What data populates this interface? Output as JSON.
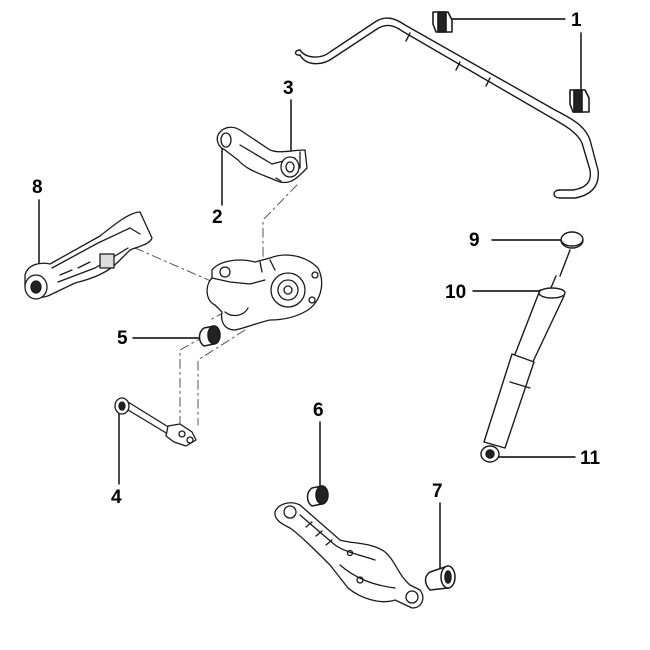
{
  "callouts": [
    {
      "id": "1",
      "label": "1",
      "part": "stabilizer-bar-with-bushings"
    },
    {
      "id": "2",
      "label": "2",
      "part": "upper-control-arm"
    },
    {
      "id": "3",
      "label": "3",
      "part": "upper-arm-bushing"
    },
    {
      "id": "4",
      "label": "4",
      "part": "toe-link"
    },
    {
      "id": "5",
      "label": "5",
      "part": "knuckle-bushing"
    },
    {
      "id": "6",
      "label": "6",
      "part": "lower-arm-bushing"
    },
    {
      "id": "7",
      "label": "7",
      "part": "lower-arm-outer-bushing"
    },
    {
      "id": "8",
      "label": "8",
      "part": "trailing-arm"
    },
    {
      "id": "9",
      "label": "9",
      "part": "shock-top-mount"
    },
    {
      "id": "10",
      "label": "10",
      "part": "shock-absorber"
    },
    {
      "id": "11",
      "label": "11",
      "part": "shock-lower-bushing"
    }
  ],
  "colors": {
    "line": "#1a1a1a",
    "fill": "#ffffff",
    "shade": "#e6e6e6",
    "ink": "#000000"
  }
}
